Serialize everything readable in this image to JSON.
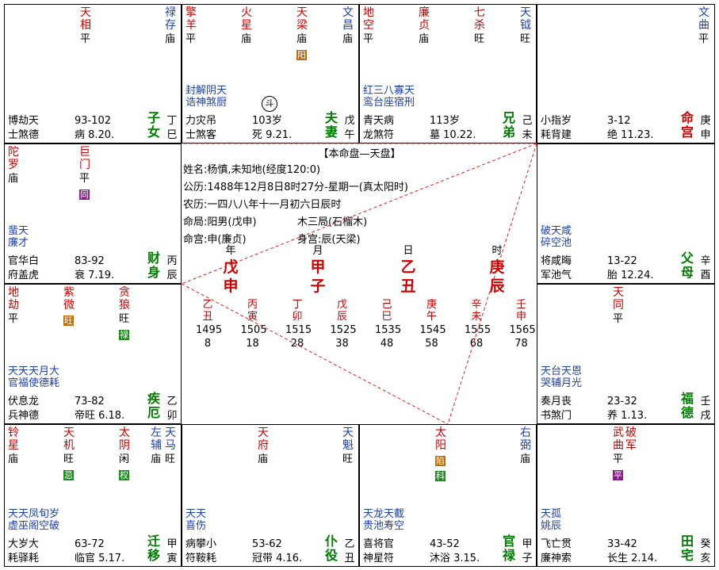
{
  "palaces": {
    "zinv": {
      "stars": [
        {
          "t": "天相",
          "c": "red",
          "b": "平"
        },
        {
          "t": "禄存",
          "c": "blue",
          "b": "庙"
        }
      ],
      "misc": "",
      "minor": "",
      "l1": "博劫天",
      "l2": "士煞德",
      "age": "93-102",
      "state": "病 8.20.",
      "palace": "子女",
      "gz": "丁巳"
    },
    "fuqi": {
      "stars": [
        {
          "t": "擎羊",
          "c": "red",
          "b": "平"
        },
        {
          "t": "火星",
          "c": "red",
          "b": "庙"
        },
        {
          "t": "天梁",
          "c": "red",
          "b": "庙",
          "badge": "阳"
        },
        {
          "t": "文昌",
          "c": "blue",
          "b": "庙"
        }
      ],
      "misc": "封解阴天\n诰神煞厨",
      "circ": "斗",
      "l1": "力灾吊",
      "l2": "士煞客",
      "age": "103岁",
      "state": "死 9.21.",
      "palace": "夫妻",
      "gz": "戊午"
    },
    "xiongdi": {
      "stars": [
        {
          "t": "地空",
          "c": "red",
          "b": "平"
        },
        {
          "t": "廉贞",
          "c": "red",
          "b": "庙"
        },
        {
          "t": "七杀",
          "c": "red",
          "b": "旺"
        },
        {
          "t": "天钺",
          "c": "blue",
          "b": "旺"
        }
      ],
      "misc": "红三八寡天\n鸾台座宿刑",
      "l1": "青天病",
      "l2": "龙煞符",
      "age": "113岁",
      "state": "墓 10.22.",
      "palace": "兄弟",
      "gz": "己未"
    },
    "ming": {
      "stars": [
        {
          "t": "文曲",
          "c": "blue",
          "b": "平"
        }
      ],
      "misc": "",
      "l1": "小指岁",
      "l2": "耗背建",
      "age": "3-12",
      "state": "绝 11.23.",
      "palace": "命宫",
      "gz": "庚申"
    },
    "caibo": {
      "stars": [
        {
          "t": "陀罗",
          "c": "red",
          "b": "庙"
        },
        {
          "t": "巨门",
          "c": "red",
          "b": "平",
          "badge": "同"
        }
      ],
      "misc": "蜚天\n廉才",
      "l1": "官华白",
      "l2": "府盖虎",
      "age": "83-92",
      "state": "衰 7.19.",
      "palace": "财身",
      "gz": "丙辰"
    },
    "fumu": {
      "stars": [],
      "misc": "破天咸\n碎空池",
      "l1": "将咸晦",
      "l2": "军池气",
      "age": "13-22",
      "state": "胎 12.24.",
      "palace": "父母",
      "gz": "辛酉"
    },
    "jie": {
      "stars": [
        {
          "t": "地劫",
          "c": "red",
          "b": "平"
        },
        {
          "t": "紫微",
          "c": "red",
          "b": "",
          "badge": "旺"
        },
        {
          "t": "贪狼",
          "c": "red",
          "b": "旺",
          "badge2": "禄"
        }
      ],
      "misc": "天天天月大\n官福使德耗",
      "l1": "伏息龙",
      "l2": "兵神德",
      "age": "73-82",
      "state": "帝旺 6.18.",
      "palace": "疾厄",
      "gz": "乙卯"
    },
    "fude": {
      "stars": [
        {
          "t": "天同",
          "c": "red",
          "b": "平"
        }
      ],
      "misc": "天台天恩\n哭辅月光",
      "l1": "奏月丧",
      "l2": "书煞门",
      "age": "23-32",
      "state": "养 1.13.",
      "palace": "福德",
      "gz": "壬戌"
    },
    "qianyi": {
      "stars": [
        {
          "t": "铃星",
          "c": "red",
          "b": "庙"
        },
        {
          "t": "天机",
          "c": "red",
          "b": "旺",
          "badge": "忌"
        },
        {
          "t": "太阴",
          "c": "red",
          "b": "闲",
          "badge": "权"
        },
        {
          "t": "左辅",
          "c": "blue",
          "b": "庙"
        },
        {
          "t": "天马",
          "c": "blue",
          "b": "旺"
        }
      ],
      "misc": "天天凤旬岁\n虚巫阁空破",
      "l1": "大岁大",
      "l2": "耗驿耗",
      "age": "63-72",
      "state": "临官 5.17.",
      "palace": "迁移",
      "gz": "甲寅"
    },
    "puyi": {
      "stars": [
        {
          "t": "天府",
          "c": "red",
          "b": "庙"
        },
        {
          "t": "天魁",
          "c": "blue",
          "b": "旺"
        }
      ],
      "misc": "天天\n喜伤",
      "l1": "病攀小",
      "l2": "符鞍耗",
      "age": "53-62",
      "state": "冠带 4.16.",
      "palace": "仆役",
      "gz": "乙丑"
    },
    "guanlu": {
      "stars": [
        {
          "t": "太阳",
          "c": "red",
          "b": "",
          "badge": "陷",
          "badge2": "科"
        },
        {
          "t": "右弼",
          "c": "blue",
          "b": "庙"
        }
      ],
      "misc": "天龙天截\n贵池寿空",
      "l1": "喜将官",
      "l2": "神星符",
      "age": "43-52",
      "state": "沐浴 3.15.",
      "palace": "官禄",
      "gz": "甲子"
    },
    "tianzhai": {
      "stars": [
        {
          "t": "武曲",
          "c": "red",
          "b": "平",
          "badge": "平"
        },
        {
          "t": "破军",
          "c": "red",
          "b": ""
        }
      ],
      "misc": "天孤\n姚辰",
      "l1": "飞亡贯",
      "l2": "廉神索",
      "age": "33-42",
      "state": "长生 2.14.",
      "palace": "田宅",
      "gz": "癸亥"
    }
  },
  "center": {
    "title": "【本命盘—天盘】",
    "name": "姓名:杨慎,未知地(经度120:0)",
    "solar": "公历:1488年12月8日8时27分-星期一(真太阳时)",
    "lunar": "农历:一四八八年十一月初六日辰时",
    "ju1": "命局:阳男(戊申)",
    "ju2": "木三局(石榴木)",
    "mg1": "命宫:申(廉贞)",
    "mg2": "身宫:辰(天梁)",
    "pillars": [
      {
        "lab": "年",
        "gz": "戊申"
      },
      {
        "lab": "月",
        "gz": "甲子"
      },
      {
        "lab": "日",
        "gz": "乙丑"
      },
      {
        "lab": "时",
        "gz": "庚辰"
      }
    ],
    "dayun": [
      {
        "gz": "乙丑",
        "y": "1495",
        "a": "8"
      },
      {
        "gz": "丙寅",
        "y": "1505",
        "a": "18"
      },
      {
        "gz": "丁卯",
        "y": "1515",
        "a": "28"
      },
      {
        "gz": "戊辰",
        "y": "1525",
        "a": "38"
      },
      {
        "gz": "己巳",
        "y": "1535",
        "a": "48"
      },
      {
        "gz": "庚午",
        "y": "1545",
        "a": "58"
      },
      {
        "gz": "辛未",
        "y": "1555",
        "a": "68"
      },
      {
        "gz": "壬申",
        "y": "1565",
        "a": "78"
      }
    ]
  },
  "colors": {
    "red": "#cc0000",
    "blue": "#1f3fa8",
    "green": "#007a00",
    "badge_brown": "#c46a00",
    "badge_purple": "#8a1a8a",
    "badge_green": "#1f8a1f",
    "line": "#e02020"
  }
}
